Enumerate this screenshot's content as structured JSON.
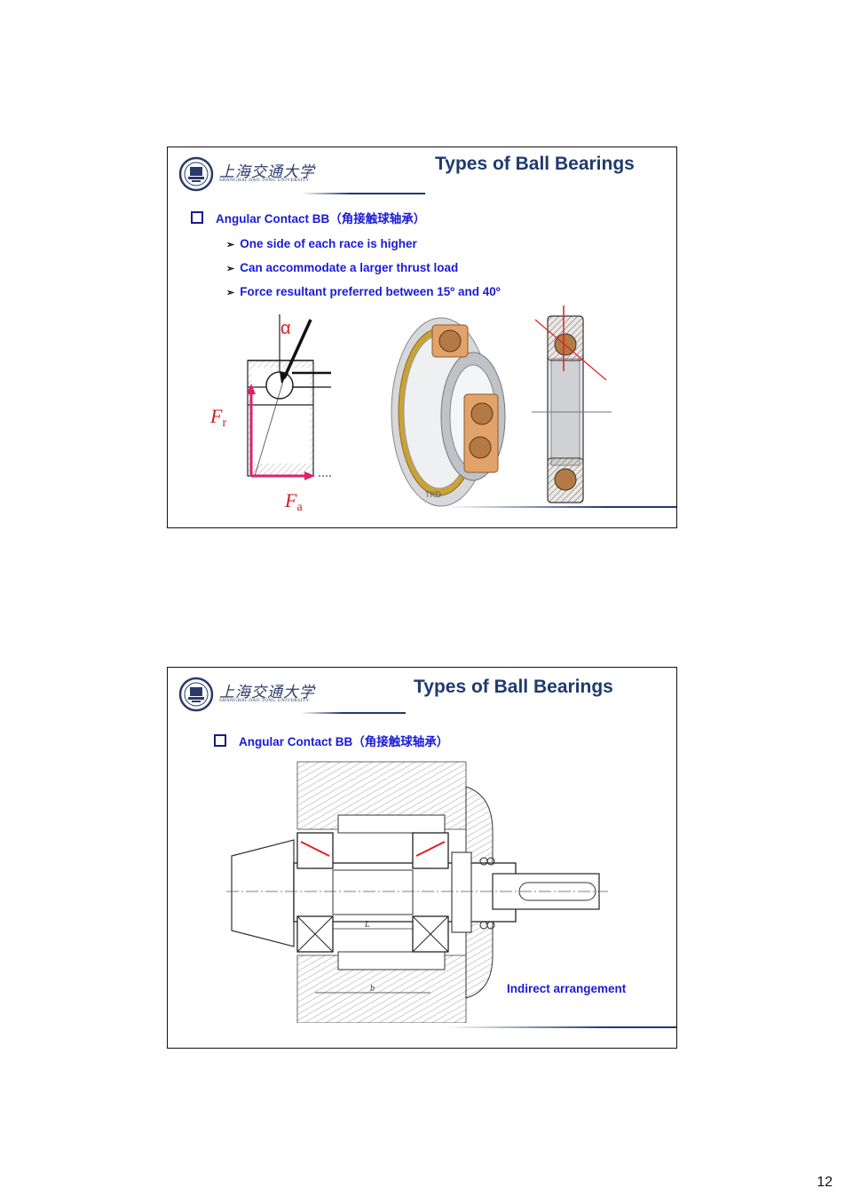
{
  "page": {
    "number": "12"
  },
  "logo": {
    "name_cn": "上海交通大学",
    "name_en": "SHANGHAI JIAO TONG UNIVERSITY"
  },
  "slide1": {
    "title": "Types of Ball Bearings",
    "heading": "Angular Contact BB（角接触球轴承）",
    "points": [
      "One side of each race is higher",
      "Can accommodate a larger thrust load",
      "Force resultant preferred between 15º and 40º"
    ],
    "diagram": {
      "angle_label": "α",
      "radial_force": "F",
      "radial_sub": "r",
      "axial_force": "F",
      "axial_sub": "a"
    },
    "photo_mark": "TKD"
  },
  "slide2": {
    "title": "Types of Ball Bearings",
    "heading": "Angular Contact BB（角接触球轴承）",
    "caption": "Indirect arrangement",
    "dim_labels": [
      "L",
      "b"
    ]
  },
  "colors": {
    "title_blue": "#1f3a6e",
    "text_blue": "#1a1ad8",
    "force_pink": "#e0206a",
    "accent_red": "#e02020",
    "bronze": "#e2a36a"
  }
}
